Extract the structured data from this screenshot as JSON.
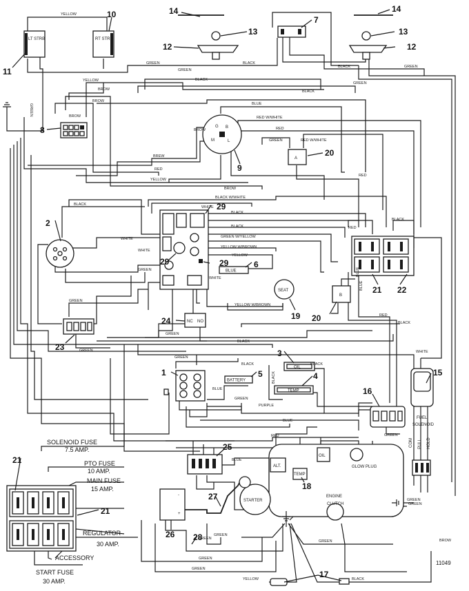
{
  "components": {
    "c1": "1",
    "c2": "2",
    "c3": "3",
    "c4": "4",
    "c5": "5",
    "c6": "6",
    "c7": "7",
    "c8": "8",
    "c9": "9",
    "c10": "10",
    "c11": "11",
    "c12a": "12",
    "c12b": "12",
    "c13a": "13",
    "c13b": "13",
    "c14a": "14",
    "c14b": "14",
    "c15": "15",
    "c16": "16",
    "c17": "17",
    "c18": "18",
    "c19": "19",
    "c20a": "20",
    "c20b": "20",
    "c21a": "21",
    "c21b": "21",
    "c21c": "21",
    "c22": "22",
    "c23": "23",
    "c24": "24",
    "c25": "25",
    "c26": "26",
    "c27": "27",
    "c28": "28",
    "c29a": "29",
    "c29b": "29",
    "c29c": "29"
  },
  "component_text": {
    "lt_strb": "LT STRB",
    "rt_strb": "RT STRB",
    "battery": "BATTERY",
    "oil_light": "OIL",
    "temp_light": "TEMP",
    "blue_label": "BLUE",
    "seat": "SEAT",
    "seat_pin": "B",
    "relay_pin": "A",
    "relay_pin2": "B",
    "nc": "NC",
    "no": "NO",
    "fuel_solenoid": "FUEL SOLENOID",
    "com": "COM",
    "pull": "PULL",
    "hold": "HOLD",
    "alt": "ALT.",
    "temp": "TEMP",
    "oil": "OIL",
    "glow_plug": "GLOW PLUG",
    "engine": "ENGINE",
    "starter": "STARTER",
    "clutch": "CLUTCH",
    "ign_b": "B",
    "ign_g": "G",
    "ign_m": "M",
    "ign_l": "L"
  },
  "wire_labels": {
    "yellow_top": "YELLOW",
    "green_top": "GREEN",
    "green_top2": "GREEN",
    "black_top": "BLACK",
    "black_r": "BLACK",
    "green_r": "GREEN",
    "yellow_l": "YELLOW",
    "brow_l": "BROW",
    "green_v": "GREEN",
    "black_mid": "BLACK",
    "green_mid": "GREEN",
    "black_t": "BLACK",
    "brow_8": "BROW",
    "brow_8b": "BROW",
    "blue_9": "BLUE",
    "red_white": "RED W/WHITE",
    "red_9": "RED",
    "green_20": "GREEN",
    "red_white_20": "RED W/WHITE",
    "brow_9": "BROW",
    "brew_9": "BREW",
    "red_9b": "RED",
    "yellow_9": "YELLOW",
    "red_20": "RED",
    "brow_mid": "BROW",
    "black_white": "BLACK W/WHITE",
    "black_2": "BLACK",
    "white_29": "WHITE",
    "black_29": "BLACK",
    "black_29b": "BLACK",
    "white_2": "WHITE",
    "green_yellow": "GREEN W/YELLOW",
    "yellow_brown": "YELLOW W/BROWN",
    "white_29b": "WHITE",
    "yellow_6": "YELLOW",
    "green_29": "GREEN",
    "white_6": "WHITE",
    "red_21": "RED",
    "black_22": "BLACK",
    "blue_20": "BLUE",
    "blue_20b": "BLUE",
    "yellow_brown_19": "YELLOW W/BROWN",
    "green_23": "GREEN",
    "green_24": "GREEN",
    "green_23b": "GREEN",
    "black_low": "BLACK",
    "red_low": "RED",
    "black_low2": "BLACK",
    "white_low": "WHITE",
    "green_1": "GREEN",
    "black_1": "BLACK",
    "black_3": "BLACK",
    "black_4": "BLACK",
    "blue_1": "BLUE",
    "green_1b": "GREEN",
    "purple": "PURPLE",
    "blue_low": "BLUE",
    "green_16": "GREEN",
    "red_25": "RED",
    "blue_25": "BLUE",
    "green_28": "GREEN",
    "green_28b": "GREEN",
    "green_eng": "GREEN",
    "green_eng2": "GREEN",
    "brow_eng": "BROW",
    "green_low": "GREEN",
    "yellow_17": "YELLOW",
    "black_17": "BLACK",
    "green_fs": "GREEN",
    "green_27": "GREEN"
  },
  "fuse_legend": {
    "solenoid_fuse": "SOLENOID FUSE",
    "solenoid_amp": "7.5 AMP.",
    "pto_fuse": "PTO FUSE",
    "pto_amp": "10 AMP.",
    "main_fuse": "MAIN FUSE",
    "main_amp": "15 AMP.",
    "regulator": "REGULATOR",
    "regulator_amp": "30 AMP.",
    "accessory": "ACCESSORY",
    "start_fuse": "START FUSE",
    "start_amp": "30 AMP."
  },
  "figure_number": "11049"
}
